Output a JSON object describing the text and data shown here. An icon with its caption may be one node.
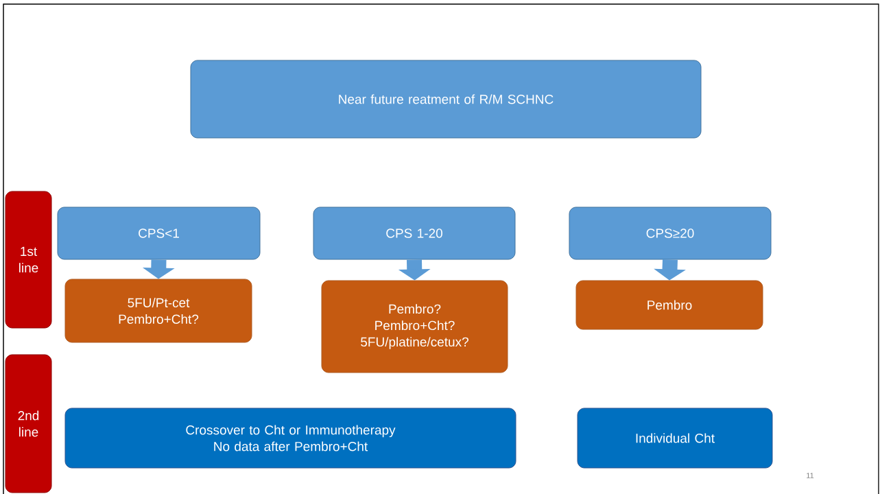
{
  "diagram": {
    "nodes": [
      {
        "text": [
          "Near future reatment of R/M SCHNC"
        ]
      },
      {
        "text": [
          "1st line"
        ]
      },
      {
        "text": [
          "2nd line"
        ]
      },
      {
        "text": [
          "CPS<1"
        ]
      },
      {
        "text": [
          "CPS 1-20"
        ]
      },
      {
        "text": [
          "CPS≥20"
        ]
      },
      {
        "text": [
          "5FU/Pt-cet",
          "Pembro+Cht?"
        ]
      },
      {
        "text": [
          "Pembro?",
          "Pembro+Cht?",
          "5FU/platine/cetux?"
        ]
      },
      {
        "text": [
          "Pembro"
        ]
      },
      {
        "text": [
          "Crossover to Cht or Immunotherapy",
          "No data after Pembro+Cht"
        ]
      },
      {
        "text": [
          "Individual Cht"
        ]
      }
    ],
    "edges": [
      {
        "from": 3,
        "to": 6,
        "arrow": "to"
      },
      {
        "from": 4,
        "to": 7,
        "arrow": "to"
      },
      {
        "from": 5,
        "to": 8,
        "arrow": "to"
      }
    ],
    "labels": [
      "11"
    ]
  }
}
